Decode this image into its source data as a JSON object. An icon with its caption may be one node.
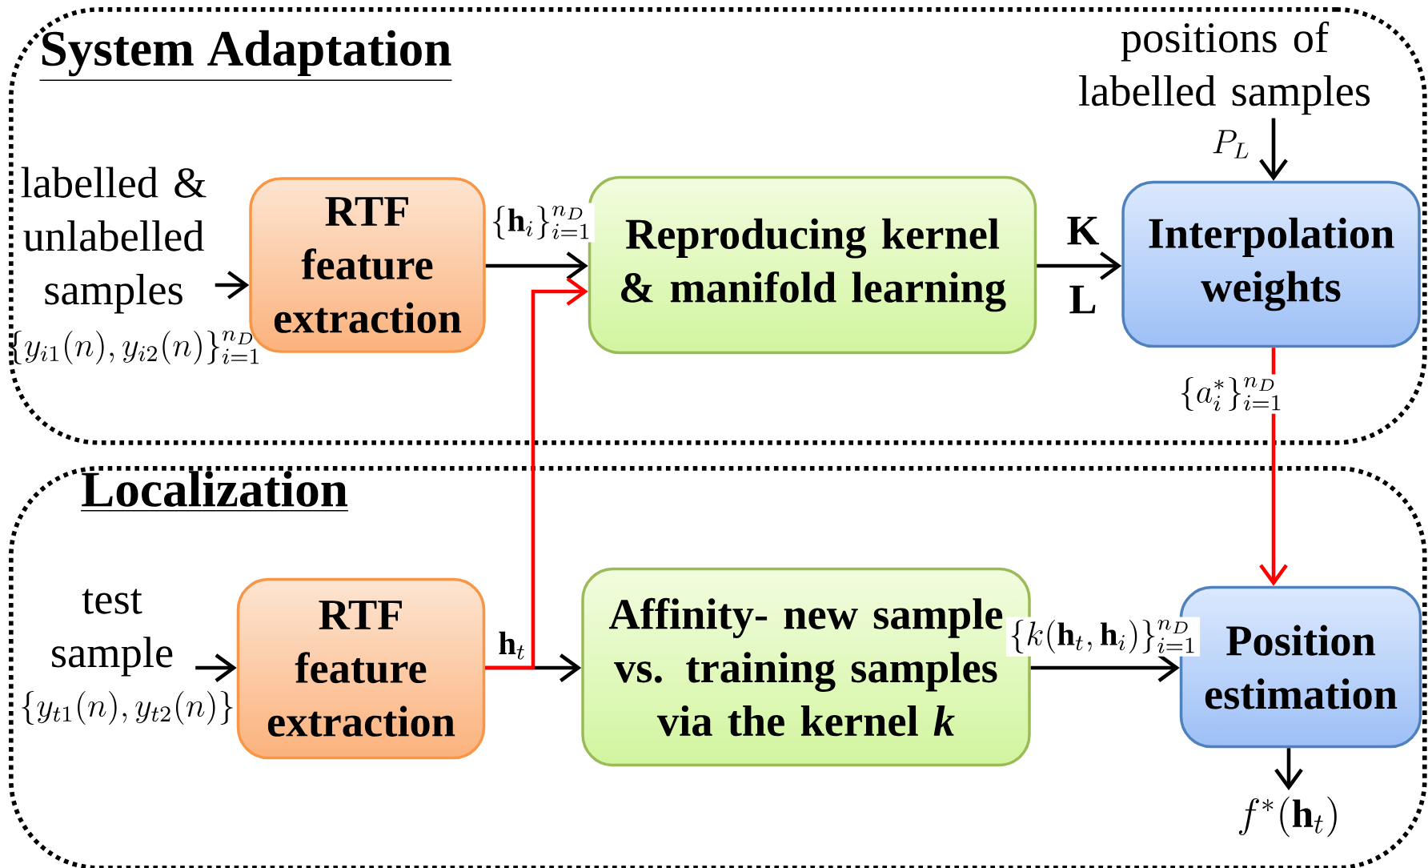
{
  "diagram": {
    "nodes": [
      {
        "text": [
          "System Adaptation"
        ]
      },
      {
        "text": [
          "Localization"
        ]
      },
      {
        "text": [
          "labelled & unlabelled samples"
        ],
        "in": 0,
        "beside": [
          "\\{y_{i1}(n), y_{i2}(n)\\}_{i=1}^{n_D}"
        ]
      },
      {
        "text": [
          "RTF feature extraction"
        ],
        "in": 0
      },
      {
        "text": [
          "Reproducing kernel & manifold learning"
        ],
        "in": 0
      },
      {
        "text": [
          "positions of labelled samples"
        ],
        "in": 0
      },
      {
        "text": [
          "Interpolation weights"
        ],
        "in": 0
      },
      {
        "text": [
          "test sample"
        ],
        "in": 1,
        "beside": [
          "\\{y_{t1}(n), y_{t2}(n)\\}"
        ]
      },
      {
        "text": [
          "RTF feature extraction"
        ],
        "in": 1
      },
      {
        "text": [
          "Affinity- new sample vs. training samples via the kernel *k*"
        ],
        "in": 1
      },
      {
        "text": [
          "Position estimation"
        ],
        "in": 1
      },
      {
        "text": [
          "f^{*}(\\mathbf{h}_t)"
        ],
        "in": 1
      }
    ],
    "edges": [
      {
        "from": 2,
        "to": 3,
        "arrow": "to"
      },
      {
        "from": 3,
        "to": 4,
        "arrow": "to",
        "label": "\\{\\mathbf{h}_i\\}_{i=1}^{n_D}"
      },
      {
        "from": 4,
        "to": 6,
        "arrow": "to",
        "label": "K"
      },
      {
        "from": 5,
        "to": 6,
        "arrow": "to",
        "label": "P_L"
      },
      {
        "from": 6,
        "to": 10,
        "arrow": "to",
        "color": "#ff0000",
        "label": "\\{a_i^{*}\\}_{i=1}^{n_D}"
      },
      {
        "from": 7,
        "to": 8,
        "arrow": "to"
      },
      {
        "from": 8,
        "to": 9,
        "arrow": "to",
        "label": "\\mathbf{h}_t"
      },
      {
        "from": 8,
        "to": 4,
        "arrow": "to",
        "color": "#ff0000"
      },
      {
        "from": 9,
        "to": 10,
        "arrow": "to",
        "label": "\\{k(\\mathbf{h}_t, \\mathbf{h}_i)\\}_{i=1}^{n_D}"
      },
      {
        "from": 10,
        "to": 11,
        "arrow": "to"
      }
    ],
    "labels": [
      "L"
    ]
  }
}
